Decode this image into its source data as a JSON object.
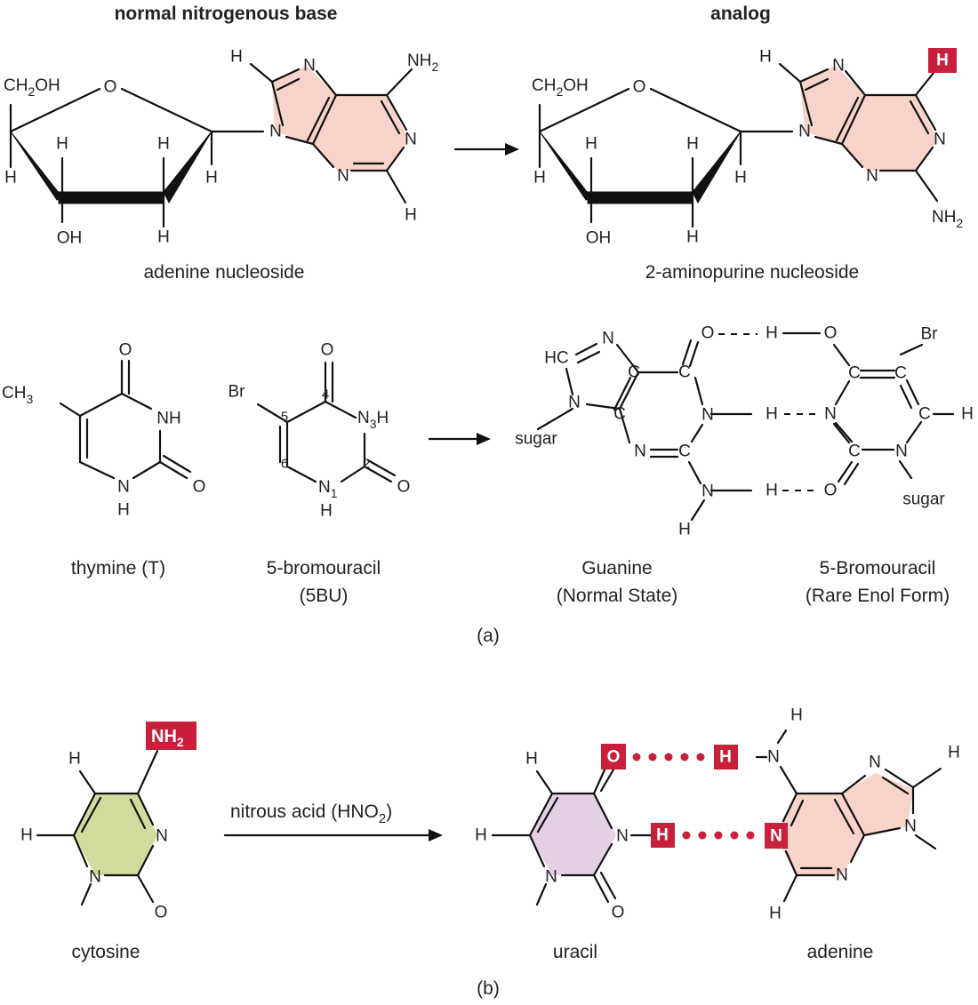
{
  "headings": {
    "normal": "normal nitrogenous base",
    "analog": "analog"
  },
  "captions": {
    "adenine_nucleoside": "adenine nucleoside",
    "aminopurine_nucleoside": "2-aminopurine nucleoside",
    "thymine": "thymine (T)",
    "bromouracil_line1": "5-bromouracil",
    "bromouracil_line2": "(5BU)",
    "guanine_line1": "Guanine",
    "guanine_line2": "(Normal State)",
    "bu_enol_line1": "5-Bromouracil",
    "bu_enol_line2": "(Rare Enol Form)",
    "part_a": "(a)",
    "cytosine": "cytosine",
    "reagent_text": "nitrous acid (HNO",
    "reagent_sub": "2",
    "reagent_close": ")",
    "uracil": "uracil",
    "adenine": "adenine",
    "part_b": "(b)"
  },
  "atoms": {
    "H": "H",
    "N": "N",
    "O": "O",
    "C": "C",
    "OH": "OH",
    "NH": "NH",
    "HC": "HC",
    "CH2OH_a": "CH",
    "CH2OH_b": "2",
    "CH2OH_c": "OH",
    "NH2_a": "NH",
    "NH2_b": "2",
    "CH3_a": "CH",
    "CH3_b": "3",
    "Br": "Br",
    "sugar": "sugar",
    "N3H_a": "N",
    "N3H_b": "3",
    "N3H_c": "H",
    "N1_a": "N",
    "N1_b": "1"
  },
  "ring_numbers": {
    "n4": "4",
    "n5": "5",
    "n6": "6",
    "n2": "2"
  },
  "colors": {
    "purine_fill": "#f7d3c9",
    "cytosine_fill": "#cfdc9d",
    "uracil_fill": "#e3d0e3",
    "highlight_red": "#c8203a",
    "line": "#111111"
  }
}
